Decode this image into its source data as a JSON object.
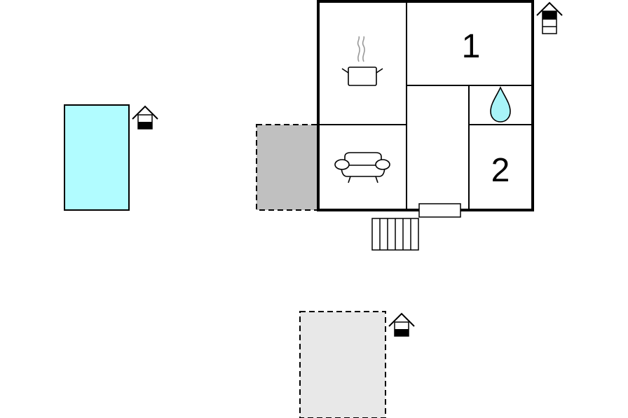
{
  "floorplan": {
    "rooms": [
      {
        "id": "bedroom-1",
        "label": "1"
      },
      {
        "id": "bedroom-2",
        "label": "2"
      }
    ],
    "icons": [
      "kitchen-icon",
      "living-room-icon",
      "bathroom-icon",
      "stairs-icon",
      "floor-level-icon",
      "terrace",
      "pool",
      "entrance-steps"
    ],
    "colors": {
      "pool": "#b1fcff",
      "covered_terrace": "#c0c0c0",
      "open_terrace": "#e8e8e8",
      "water_drop": "#a8f4f8",
      "walls": "#000000"
    }
  }
}
